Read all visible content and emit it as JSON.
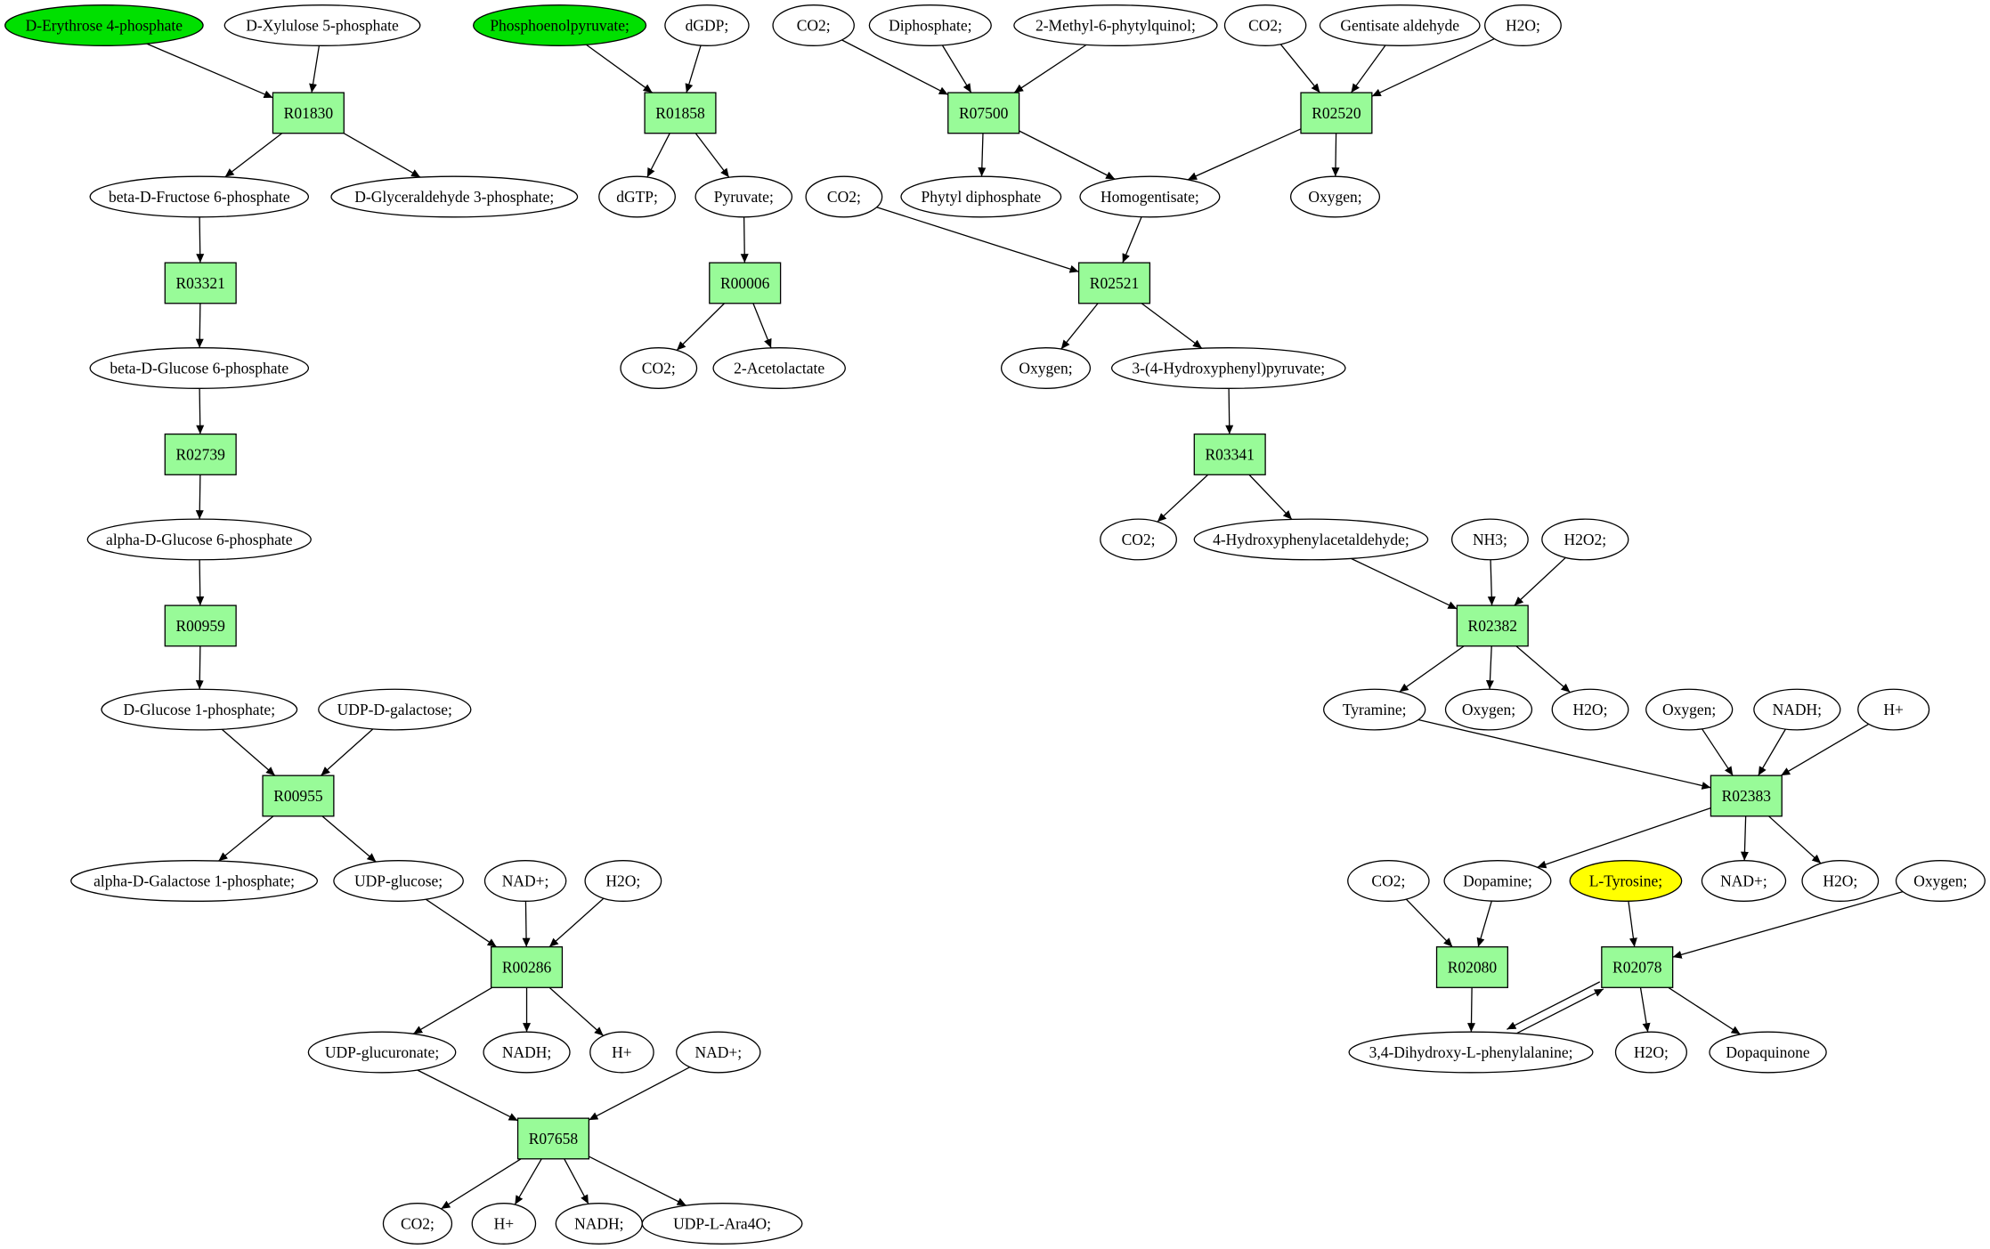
{
  "colors": {
    "reaction_fill": "#98fb98",
    "start_compound_fill": "#00e000",
    "target_compound_fill": "#ffff00",
    "default_fill": "#ffffff",
    "stroke": "#000000"
  },
  "compounds": [
    {
      "id": "e4p",
      "label": "D-Erythrose 4-phosphate",
      "highlight": "start"
    },
    {
      "id": "xyl5p",
      "label": "D-Xylulose 5-phosphate"
    },
    {
      "id": "pep",
      "label": "Phosphoenolpyruvate;",
      "highlight": "start"
    },
    {
      "id": "dgdp",
      "label": "dGDP;"
    },
    {
      "id": "co2_a",
      "label": "CO2;"
    },
    {
      "id": "dipho",
      "label": "Diphosphate;"
    },
    {
      "id": "mpq",
      "label": "2-Methyl-6-phytylquinol;"
    },
    {
      "id": "co2_b",
      "label": "CO2;"
    },
    {
      "id": "gentald",
      "label": "Gentisate aldehyde"
    },
    {
      "id": "h2o_a",
      "label": "H2O;"
    },
    {
      "id": "bf6p",
      "label": "beta-D-Fructose 6-phosphate"
    },
    {
      "id": "g3p",
      "label": "D-Glyceraldehyde 3-phosphate;"
    },
    {
      "id": "dgtp",
      "label": "dGTP;"
    },
    {
      "id": "pyr",
      "label": "Pyruvate;"
    },
    {
      "id": "co2_c",
      "label": "CO2;"
    },
    {
      "id": "phytdp",
      "label": "Phytyl diphosphate"
    },
    {
      "id": "homog",
      "label": "Homogentisate;"
    },
    {
      "id": "oxy_a",
      "label": "Oxygen;"
    },
    {
      "id": "bg6p",
      "label": "beta-D-Glucose 6-phosphate"
    },
    {
      "id": "co2_d",
      "label": "CO2;"
    },
    {
      "id": "acetol",
      "label": "2-Acetolactate"
    },
    {
      "id": "oxy_b",
      "label": "Oxygen;"
    },
    {
      "id": "hpp",
      "label": "3-(4-Hydroxyphenyl)pyruvate;"
    },
    {
      "id": "ag6p",
      "label": "alpha-D-Glucose 6-phosphate"
    },
    {
      "id": "co2_e",
      "label": "CO2;"
    },
    {
      "id": "hpa",
      "label": "4-Hydroxyphenylacetaldehyde;"
    },
    {
      "id": "nh3",
      "label": "NH3;"
    },
    {
      "id": "h2o2",
      "label": "H2O2;"
    },
    {
      "id": "dg1p",
      "label": "D-Glucose 1-phosphate;"
    },
    {
      "id": "udpgal",
      "label": "UDP-D-galactose;"
    },
    {
      "id": "tyram",
      "label": "Tyramine;"
    },
    {
      "id": "oxy_c",
      "label": "Oxygen;"
    },
    {
      "id": "h2o_b",
      "label": "H2O;"
    },
    {
      "id": "oxy_d",
      "label": "Oxygen;"
    },
    {
      "id": "nadh_a",
      "label": "NADH;"
    },
    {
      "id": "hplus_a",
      "label": "H+"
    },
    {
      "id": "agal1p",
      "label": "alpha-D-Galactose 1-phosphate;"
    },
    {
      "id": "udpglc",
      "label": "UDP-glucose;"
    },
    {
      "id": "nad_a",
      "label": "NAD+;"
    },
    {
      "id": "h2o_c",
      "label": "H2O;"
    },
    {
      "id": "co2_f",
      "label": "CO2;"
    },
    {
      "id": "dopa",
      "label": "Dopamine;"
    },
    {
      "id": "ltyr",
      "label": "L-Tyrosine;",
      "highlight": "target"
    },
    {
      "id": "nad_b",
      "label": "NAD+;"
    },
    {
      "id": "h2o_d",
      "label": "H2O;"
    },
    {
      "id": "oxy_e",
      "label": "Oxygen;"
    },
    {
      "id": "udpglcur",
      "label": "UDP-glucuronate;"
    },
    {
      "id": "nadh_b",
      "label": "NADH;"
    },
    {
      "id": "hplus_b",
      "label": "H+"
    },
    {
      "id": "nad_c",
      "label": "NAD+;"
    },
    {
      "id": "ldopa",
      "label": "3,4-Dihydroxy-L-phenylalanine;"
    },
    {
      "id": "h2o_e",
      "label": "H2O;"
    },
    {
      "id": "dopaq",
      "label": "Dopaquinone"
    },
    {
      "id": "co2_g",
      "label": "CO2;"
    },
    {
      "id": "hplus_c",
      "label": "H+"
    },
    {
      "id": "nadh_c",
      "label": "NADH;"
    },
    {
      "id": "udpara",
      "label": "UDP-L-Ara4O;"
    }
  ],
  "reactions": [
    {
      "id": "R01830",
      "label": "R01830"
    },
    {
      "id": "R01858",
      "label": "R01858"
    },
    {
      "id": "R07500",
      "label": "R07500"
    },
    {
      "id": "R02520",
      "label": "R02520"
    },
    {
      "id": "R03321",
      "label": "R03321"
    },
    {
      "id": "R00006",
      "label": "R00006"
    },
    {
      "id": "R02521",
      "label": "R02521"
    },
    {
      "id": "R02739",
      "label": "R02739"
    },
    {
      "id": "R03341",
      "label": "R03341"
    },
    {
      "id": "R00959",
      "label": "R00959"
    },
    {
      "id": "R02382",
      "label": "R02382"
    },
    {
      "id": "R00955",
      "label": "R00955"
    },
    {
      "id": "R02383",
      "label": "R02383"
    },
    {
      "id": "R00286",
      "label": "R00286"
    },
    {
      "id": "R02080",
      "label": "R02080"
    },
    {
      "id": "R02078",
      "label": "R02078"
    },
    {
      "id": "R07658",
      "label": "R07658"
    }
  ],
  "edges": [
    [
      "e4p",
      "R01830"
    ],
    [
      "xyl5p",
      "R01830"
    ],
    [
      "R01830",
      "bf6p"
    ],
    [
      "R01830",
      "g3p"
    ],
    [
      "pep",
      "R01858"
    ],
    [
      "dgdp",
      "R01858"
    ],
    [
      "R01858",
      "dgtp"
    ],
    [
      "R01858",
      "pyr"
    ],
    [
      "co2_a",
      "R07500"
    ],
    [
      "dipho",
      "R07500"
    ],
    [
      "mpq",
      "R07500"
    ],
    [
      "R07500",
      "phytdp"
    ],
    [
      "R07500",
      "homog"
    ],
    [
      "co2_b",
      "R02520"
    ],
    [
      "gentald",
      "R02520"
    ],
    [
      "h2o_a",
      "R02520"
    ],
    [
      "R02520",
      "homog"
    ],
    [
      "R02520",
      "oxy_a"
    ],
    [
      "bf6p",
      "R03321"
    ],
    [
      "R03321",
      "bg6p"
    ],
    [
      "pyr",
      "R00006"
    ],
    [
      "R00006",
      "co2_d"
    ],
    [
      "R00006",
      "acetol"
    ],
    [
      "co2_c",
      "R02521"
    ],
    [
      "homog",
      "R02521"
    ],
    [
      "R02521",
      "oxy_b"
    ],
    [
      "R02521",
      "hpp"
    ],
    [
      "bg6p",
      "R02739"
    ],
    [
      "R02739",
      "ag6p"
    ],
    [
      "hpp",
      "R03341"
    ],
    [
      "R03341",
      "co2_e"
    ],
    [
      "R03341",
      "hpa"
    ],
    [
      "ag6p",
      "R00959"
    ],
    [
      "R00959",
      "dg1p"
    ],
    [
      "hpa",
      "R02382"
    ],
    [
      "nh3",
      "R02382"
    ],
    [
      "h2o2",
      "R02382"
    ],
    [
      "R02382",
      "tyram"
    ],
    [
      "R02382",
      "oxy_c"
    ],
    [
      "R02382",
      "h2o_b"
    ],
    [
      "dg1p",
      "R00955"
    ],
    [
      "udpgal",
      "R00955"
    ],
    [
      "R00955",
      "agal1p"
    ],
    [
      "R00955",
      "udpglc"
    ],
    [
      "tyram",
      "R02383"
    ],
    [
      "oxy_d",
      "R02383"
    ],
    [
      "nadh_a",
      "R02383"
    ],
    [
      "hplus_a",
      "R02383"
    ],
    [
      "R02383",
      "dopa"
    ],
    [
      "R02383",
      "nad_b"
    ],
    [
      "R02383",
      "h2o_d"
    ],
    [
      "udpglc",
      "R00286"
    ],
    [
      "nad_a",
      "R00286"
    ],
    [
      "h2o_c",
      "R00286"
    ],
    [
      "R00286",
      "udpglcur"
    ],
    [
      "R00286",
      "nadh_b"
    ],
    [
      "R00286",
      "hplus_b"
    ],
    [
      "co2_f",
      "R02080"
    ],
    [
      "dopa",
      "R02080"
    ],
    [
      "R02080",
      "ldopa"
    ],
    [
      "ltyr",
      "R02078"
    ],
    [
      "oxy_e",
      "R02078"
    ],
    [
      "R02078",
      "ldopa"
    ],
    [
      "ldopa",
      "R02078"
    ],
    [
      "R02078",
      "h2o_e"
    ],
    [
      "R02078",
      "dopaq"
    ],
    [
      "udpglcur",
      "R07658"
    ],
    [
      "nad_c",
      "R07658"
    ],
    [
      "R07658",
      "co2_g"
    ],
    [
      "R07658",
      "hplus_c"
    ],
    [
      "R07658",
      "nadh_c"
    ],
    [
      "R07658",
      "udpara"
    ]
  ]
}
